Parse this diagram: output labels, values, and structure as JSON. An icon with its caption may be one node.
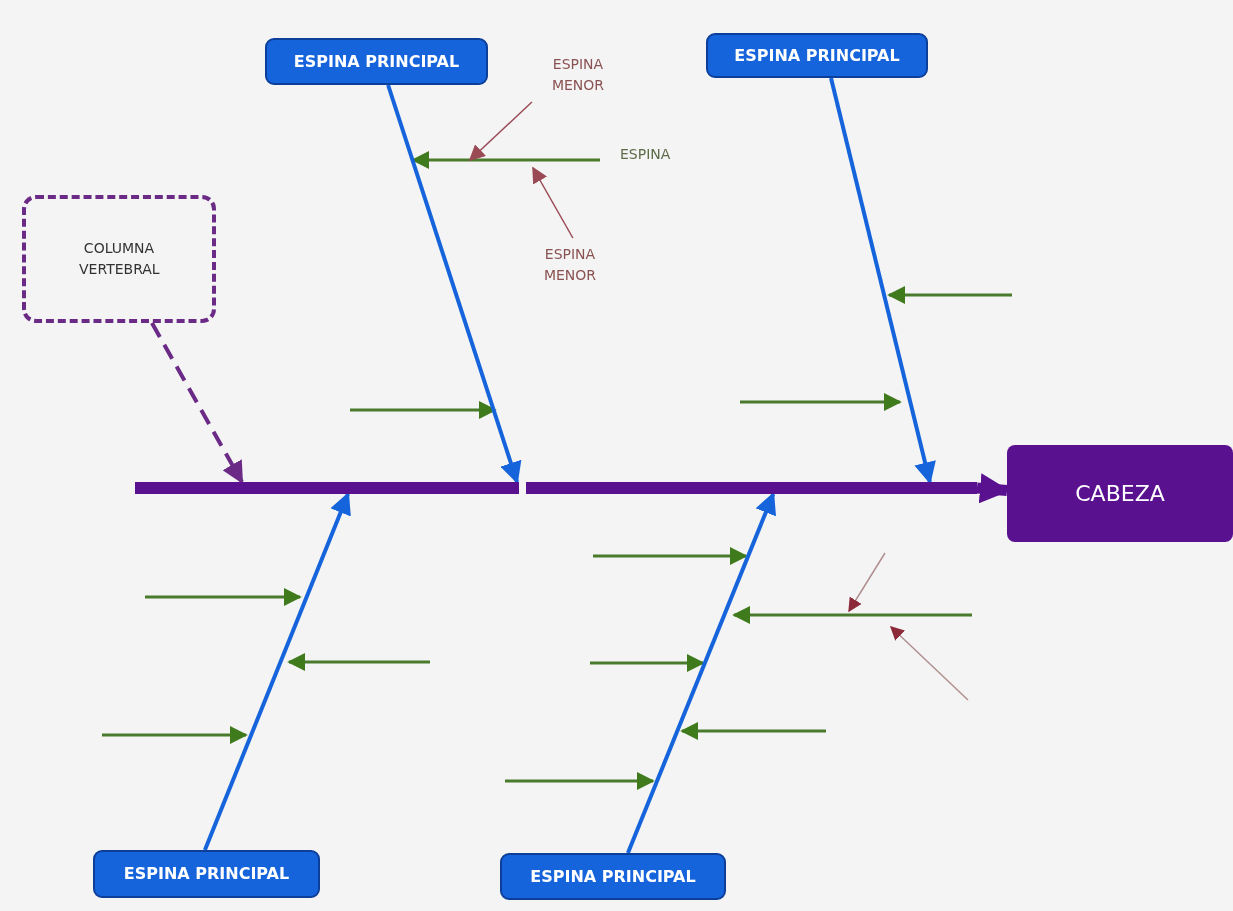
{
  "diagram": {
    "nodes": [
      {
        "text": [
          "ESPINA PRINCIPAL"
        ]
      },
      {
        "text": [
          "ESPINA MENOR"
        ]
      },
      {
        "text": [
          "ESPINA PRINCIPAL"
        ]
      },
      {
        "text": [
          "COLUMNA VERTEBRAL"
        ]
      },
      {
        "text": [
          "ESPINA MENOR"
        ]
      },
      {
        "text": [],
        "shape": "bar"
      },
      {
        "text": [
          "CABEZA"
        ]
      },
      {
        "text": [
          "ESPINA PRINCIPAL"
        ]
      },
      {
        "text": [
          "ESPINA PRINCIPAL"
        ]
      }
    ],
    "edges": [
      {
        "from": 0,
        "to": 5,
        "arrow": "to"
      },
      {
        "from": 2,
        "to": 5,
        "arrow": "to"
      },
      {
        "from": 7,
        "to": 5,
        "arrow": "to"
      },
      {
        "from": 8,
        "to": 5,
        "arrow": "to"
      },
      {
        "from": 3,
        "to": 5,
        "arrow": "to",
        "style": "dashed",
        "color": "#6a2a86"
      },
      {
        "from": 5,
        "to": 6,
        "arrow": "to",
        "style": "thick",
        "color": "#5a1190"
      },
      {
        "from": 1,
        "to": null,
        "arrow": "to",
        "color": "#9a4a55"
      },
      {
        "from": 4,
        "to": null,
        "arrow": "to",
        "color": "#9a4a55"
      }
    ],
    "labels": [
      "ESPINA"
    ]
  }
}
